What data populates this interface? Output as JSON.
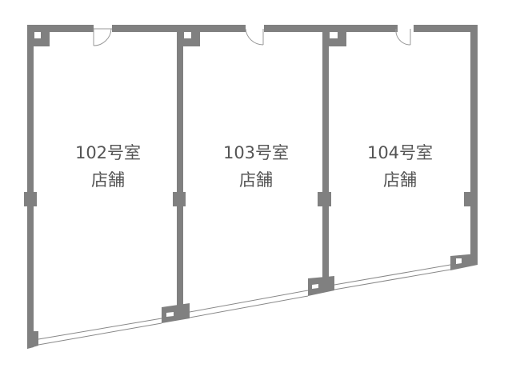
{
  "colors": {
    "wall": "#808080",
    "text": "#555555"
  },
  "rooms": [
    {
      "number": "102号室",
      "use": "店舗"
    },
    {
      "number": "103号室",
      "use": "店舗"
    },
    {
      "number": "104号室",
      "use": "店舗"
    }
  ]
}
